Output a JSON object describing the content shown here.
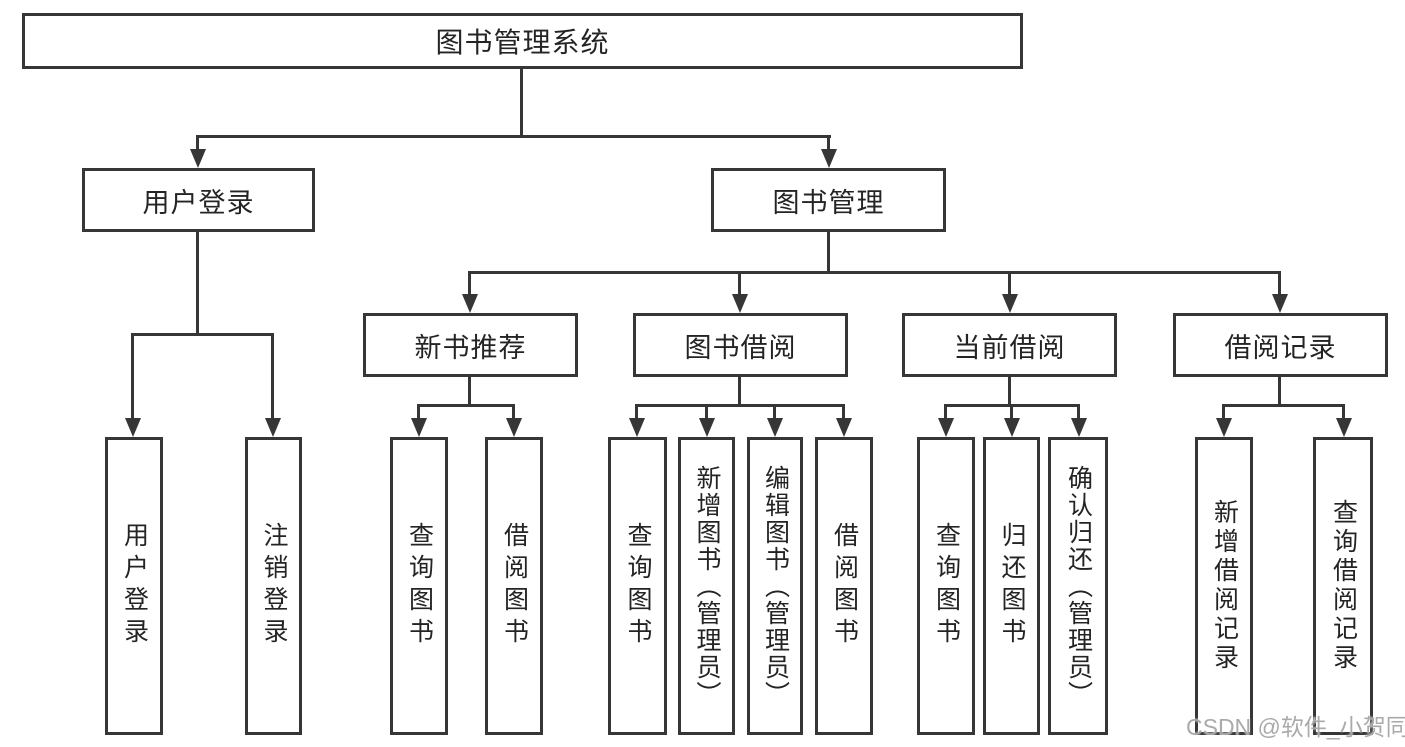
{
  "diagram": {
    "root": "图书管理系统",
    "login": {
      "label": "用户登录",
      "children": [
        "用户登录",
        "注销登录"
      ]
    },
    "mgmt": {
      "label": "图书管理",
      "groups": [
        {
          "label": "新书推荐",
          "children": [
            "查询图书",
            "借阅图书"
          ]
        },
        {
          "label": "图书借阅",
          "children": [
            "查询图书",
            "新增图书（管理员）",
            "编辑图书（管理员）",
            "借阅图书"
          ]
        },
        {
          "label": "当前借阅",
          "children": [
            "查询图书",
            "归还图书",
            "确认归还（管理员）"
          ]
        },
        {
          "label": "借阅记录",
          "children": [
            "新增借阅记录",
            "查询借阅记录"
          ]
        }
      ]
    }
  },
  "watermark": "CSDN @软件_小贺同学",
  "colors": {
    "line": "#363636",
    "text": "#242424",
    "watermark": "#a5a5a5",
    "background": "#ffffff"
  }
}
